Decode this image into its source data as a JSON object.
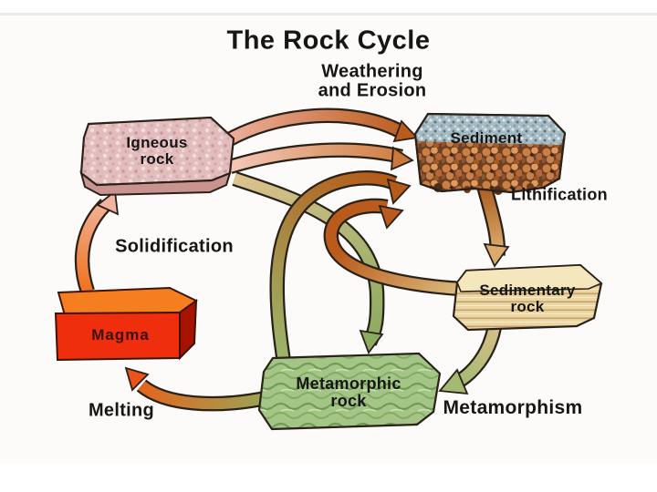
{
  "title": "The Rock Cycle",
  "nodes": {
    "igneous": {
      "label": "Igneous\nrock"
    },
    "sediment": {
      "label": "Sediment"
    },
    "sedimentary": {
      "label": "Sedimentary\nrock"
    },
    "metamorphic": {
      "label": "Metamorphic\nrock"
    },
    "magma": {
      "label": "Magma"
    }
  },
  "processes": {
    "weathering": "Weathering\nand Erosion",
    "lithification": "Lithification",
    "metamorphism": "Metamorphism",
    "melting": "Melting",
    "solidification": "Solidification"
  },
  "edges": [
    {
      "from": "magma",
      "to": "igneous rock",
      "process": "Solidification"
    },
    {
      "from": "igneous rock",
      "to": "sediment",
      "process": "Weathering and Erosion"
    },
    {
      "from": "igneous rock",
      "to": "sediment",
      "process": "Weathering and Erosion"
    },
    {
      "from": "sediment",
      "to": "sedimentary rock",
      "process": "Lithification"
    },
    {
      "from": "sedimentary rock",
      "to": "sediment",
      "process": "Weathering and Erosion"
    },
    {
      "from": "sedimentary rock",
      "to": "metamorphic rock",
      "process": "Metamorphism"
    },
    {
      "from": "metamorphic rock",
      "to": "sediment",
      "process": "Weathering and Erosion"
    },
    {
      "from": "igneous rock",
      "to": "metamorphic rock",
      "process": "Metamorphism"
    },
    {
      "from": "metamorphic rock",
      "to": "magma",
      "process": "Melting"
    }
  ],
  "colors": {
    "igneous_fill": "#e3bdbd",
    "igneous_shadow": "#c9948f",
    "sediment_pebbles": "#c5824e",
    "sediment_top": "#a5bcc5",
    "sedimentary_fill": "#ecd6a4",
    "metamorphic_fill": "#a4c488",
    "magma_top": "#f57e1e",
    "magma_front": "#ee2e0d",
    "magma_side": "#a81200",
    "arrow_pink": "#efb2a0",
    "arrow_orange": "#ba5b1c",
    "arrow_green": "#8cab60",
    "arrow_tan": "#d9bf88",
    "arrow_red": "#e8541a",
    "text": "#161616"
  }
}
